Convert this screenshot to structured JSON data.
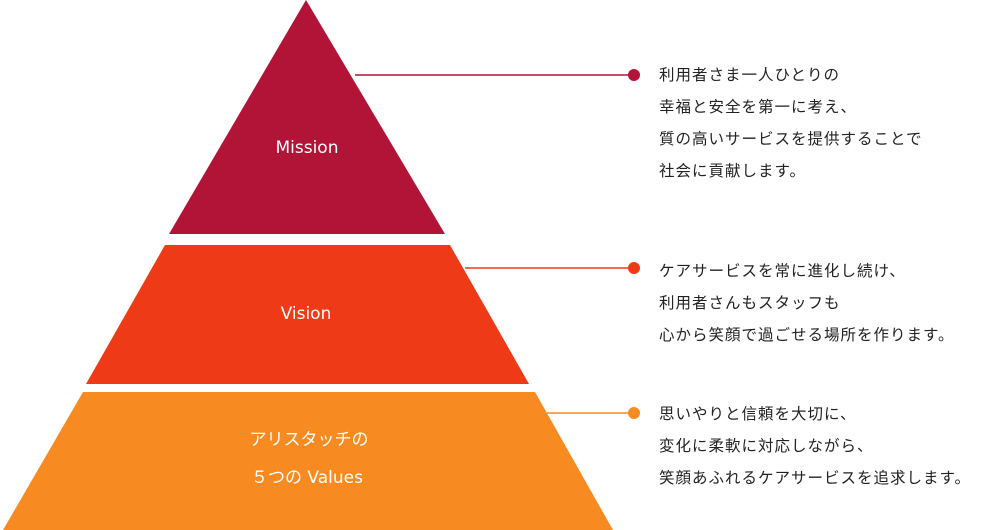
{
  "colors": {
    "mission": "#b11437",
    "vision": "#ef3a17",
    "values": "#f78b21"
  },
  "tiers": {
    "mission": {
      "label": "Mission",
      "description": [
        "利用者さま一人ひとりの",
        "幸福と安全を第一に考え、",
        "質の高いサービスを提供することで",
        "社会に貢献します。"
      ]
    },
    "vision": {
      "label": "Vision",
      "description": [
        "ケアサービスを常に進化し続け、",
        "利用者さんもスタッフも",
        "心から笑顔で過ごせる場所を作ります。"
      ]
    },
    "values": {
      "label_line1": "アリスタッチの",
      "label_line2": "５つの Values",
      "description": [
        "思いやりと信頼を大切に、",
        "変化に柔軟に対応しながら、",
        "笑顔あふれるケアサービスを追求します。"
      ]
    }
  }
}
